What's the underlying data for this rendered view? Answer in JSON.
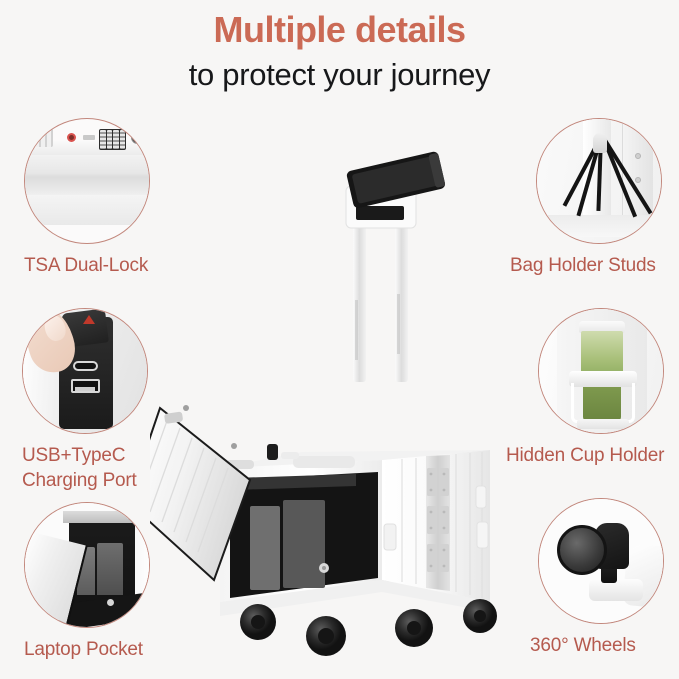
{
  "heading": {
    "line1": "Multiple details",
    "line2": "to protect your journey"
  },
  "colors": {
    "background": "#f7f6f5",
    "heading_accent": "#cb6a55",
    "heading_body": "#17181a",
    "label": "#b55a4e",
    "circle_border": "#c2877c",
    "shell_white": "#ffffff",
    "frame_silver": "#d8d8d8",
    "lining_black": "#151515",
    "drink_green": "#a9c07a",
    "wheel_black": "#1d1d1d"
  },
  "callouts": [
    {
      "id": "tsa-dual-lock",
      "label": "TSA Dual-Lock",
      "side": "left",
      "icon": "combination-lock-icon"
    },
    {
      "id": "usb-typec-charging-port",
      "label": "USB+TypeC\nCharging Port",
      "side": "left",
      "icon": "usb-port-icon"
    },
    {
      "id": "laptop-pocket",
      "label": "Laptop Pocket",
      "side": "left",
      "icon": "laptop-compartment-icon"
    },
    {
      "id": "bag-holder-studs",
      "label": "Bag Holder Studs",
      "side": "right",
      "icon": "bag-strap-stud-icon"
    },
    {
      "id": "hidden-cup-holder",
      "label": "Hidden Cup Holder",
      "side": "right",
      "icon": "cup-holder-icon"
    },
    {
      "id": "wheels-360",
      "label": "360° Wheels",
      "side": "right",
      "icon": "spinner-wheel-icon"
    }
  ],
  "product": {
    "name": "hardside-carry-on-suitcase",
    "description": "White aluminum-frame carry-on luggage with open front laptop compartment, telescoping handle and phone holder",
    "wheel_count": 4
  }
}
